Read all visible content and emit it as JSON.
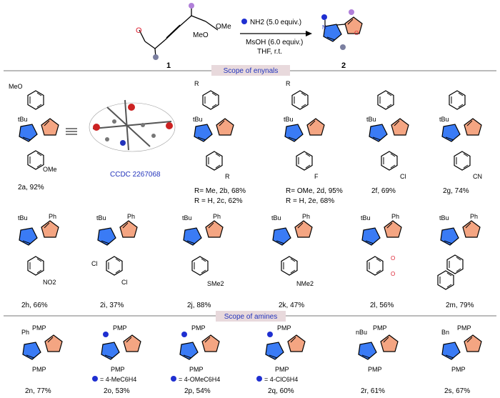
{
  "header": {
    "reactant_label": "1",
    "product_label": "2",
    "substituent_ome": "OMe",
    "substituent_meo": "MeO",
    "arrow_top": "NH2 (5.0 equiv.)",
    "arrow_mid": "MsOH (6.0 equiv.)",
    "arrow_bot": "THF, r.t."
  },
  "sections": {
    "enynals": "Scope of enynals",
    "amines": "Scope of amines"
  },
  "crystal": {
    "ccdc": "CCDC 2267068"
  },
  "labels": {
    "tBu": "tBu",
    "Ph": "Ph",
    "PMP": "PMP",
    "Bn": "Bn",
    "nBu": "nBu",
    "N": "N",
    "O": "O",
    "R": "R",
    "F": "F",
    "Cl": "Cl",
    "CN": "CN",
    "NO2": "NO2",
    "SMe2": "SMe2",
    "NMe2": "NMe2",
    "MeO": "MeO",
    "OMe": "OMe"
  },
  "row1": [
    {
      "id": "2a",
      "yield": "2a, 92%"
    },
    {
      "id": "2bc",
      "line1": "R= Me, 2b, 68%",
      "line2": "R = H, 2c, 62%"
    },
    {
      "id": "2de",
      "line1": "R= OMe, 2d, 95%",
      "line2": "R = H, 2e, 68%"
    },
    {
      "id": "2f",
      "yield": "2f, 69%"
    },
    {
      "id": "2g",
      "yield": "2g, 74%"
    }
  ],
  "row2": [
    {
      "id": "2h",
      "yield": "2h, 66%"
    },
    {
      "id": "2i",
      "yield": "2i, 37%"
    },
    {
      "id": "2j",
      "yield": "2j, 88%"
    },
    {
      "id": "2k",
      "yield": "2k, 47%"
    },
    {
      "id": "2l",
      "yield": "2l, 56%"
    },
    {
      "id": "2m",
      "yield": "2m, 79%"
    }
  ],
  "row3": [
    {
      "id": "2n",
      "yield": "2n, 77%"
    },
    {
      "id": "2o",
      "amine": "= 4-MeC6H4",
      "yield": "2o, 53%"
    },
    {
      "id": "2p",
      "amine": "= 4-OMeC6H4",
      "yield": "2p, 54%"
    },
    {
      "id": "2q",
      "amine": "= 4-ClC6H4",
      "yield": "2q, 60%"
    },
    {
      "id": "2r",
      "yield": "2r, 61%"
    },
    {
      "id": "2s",
      "yield": "2s, 67%"
    }
  ],
  "colors": {
    "pyrrole": "#3a7bf5",
    "furan": "#f4a582",
    "amine_dot": "#1f2fd1",
    "purple_dot": "#b07fd9",
    "ccdc_text": "#2233bb",
    "section_fill": "#e8d9dc"
  }
}
